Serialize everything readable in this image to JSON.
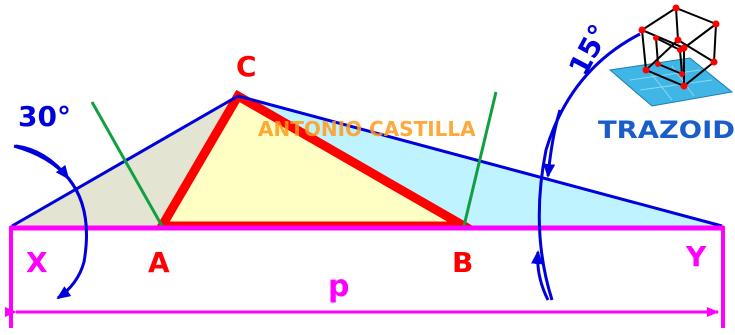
{
  "points": {
    "A": "A",
    "B": "B",
    "C": "C",
    "X": "X",
    "Y": "Y"
  },
  "perimeter_label": "p",
  "angles": {
    "left": "30°",
    "right": "15°"
  },
  "watermark": "ANTONIO CASTILLA",
  "brand": "TRAZOID",
  "colors": {
    "triangle_edge": "#ff0000",
    "triangle_fill": "#ffffc4",
    "construction_blue": "#0000dd",
    "baseline_magenta": "#ff00ff",
    "bisector_green": "#10a040",
    "left_shade": "#e4e4d2",
    "right_shade": "#bff3ff",
    "watermark_orange": "#ff9a1a",
    "logo_plane": "#3fb6e6"
  }
}
